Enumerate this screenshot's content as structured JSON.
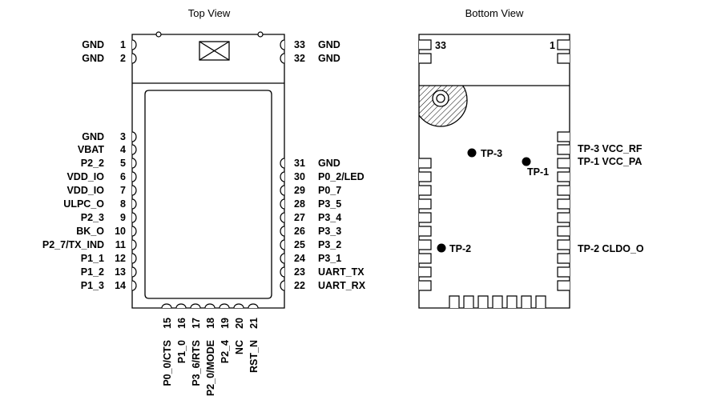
{
  "top_view": {
    "title": "Top View",
    "left_pins": [
      {
        "num": "1",
        "label": "GND"
      },
      {
        "num": "2",
        "label": "GND"
      },
      {
        "num": "3",
        "label": "GND"
      },
      {
        "num": "4",
        "label": "VBAT"
      },
      {
        "num": "5",
        "label": "P2_2"
      },
      {
        "num": "6",
        "label": "VDD_IO"
      },
      {
        "num": "7",
        "label": "VDD_IO"
      },
      {
        "num": "8",
        "label": "ULPC_O"
      },
      {
        "num": "9",
        "label": "P2_3"
      },
      {
        "num": "10",
        "label": "BK_O"
      },
      {
        "num": "11",
        "label": "P2_7/TX_IND"
      },
      {
        "num": "12",
        "label": "P1_1"
      },
      {
        "num": "13",
        "label": "P1_2"
      },
      {
        "num": "14",
        "label": "P1_3"
      }
    ],
    "right_pins": [
      {
        "num": "33",
        "label": "GND"
      },
      {
        "num": "32",
        "label": "GND"
      },
      {
        "num": "31",
        "label": "GND"
      },
      {
        "num": "30",
        "label": "P0_2/LED"
      },
      {
        "num": "29",
        "label": "P0_7"
      },
      {
        "num": "28",
        "label": "P3_5"
      },
      {
        "num": "27",
        "label": "P3_4"
      },
      {
        "num": "26",
        "label": "P3_3"
      },
      {
        "num": "25",
        "label": "P3_2"
      },
      {
        "num": "24",
        "label": "P3_1"
      },
      {
        "num": "23",
        "label": "UART_TX"
      },
      {
        "num": "22",
        "label": "UART_RX"
      }
    ],
    "bottom_pins": [
      {
        "num": "15",
        "label": "P0_0/CTS"
      },
      {
        "num": "16",
        "label": "P1_0"
      },
      {
        "num": "17",
        "label": "P3_6/RTS"
      },
      {
        "num": "18",
        "label": "P2_0/MODE"
      },
      {
        "num": "19",
        "label": "P2_4"
      },
      {
        "num": "20",
        "label": "NC"
      },
      {
        "num": "21",
        "label": "RST_N"
      }
    ]
  },
  "bottom_view": {
    "title": "Bottom View",
    "corner_left": "33",
    "corner_right": "1",
    "test_points": [
      {
        "name": "TP-3",
        "label": "TP-3"
      },
      {
        "name": "TP-1",
        "label": "TP-1"
      },
      {
        "name": "TP-2",
        "label": "TP-2"
      }
    ],
    "right_labels": [
      {
        "text": "TP-3 VCC_RF"
      },
      {
        "text": "TP-1 VCC_PA"
      },
      {
        "text": "TP-2 CLDO_O"
      }
    ]
  }
}
